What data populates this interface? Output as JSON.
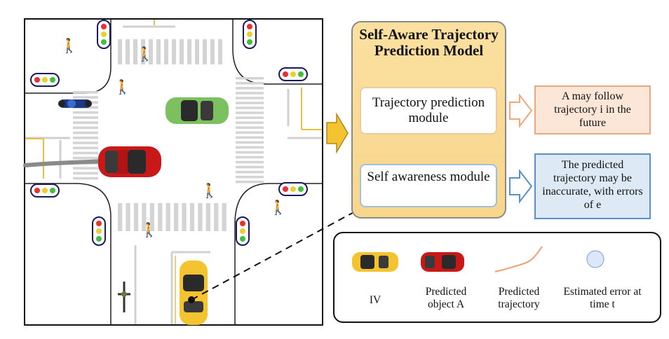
{
  "model": {
    "title": "Self-Aware Trajectory Prediction Model",
    "trajectory_module": "Trajectory prediction module",
    "self_awareness_module": "Self awareness module"
  },
  "outputs": {
    "trajectory_result": "A may follow trajectory i in the future",
    "awareness_result": "The predicted trajectory may be inaccurate, with errors of e"
  },
  "legend": {
    "iv": "IV",
    "predicted_object": "Predicted object A",
    "predicted_trajectory": "Predicted trajectory",
    "estimated_error": "Estimated error at time t"
  },
  "colors": {
    "iv_car": "#f4c430",
    "predicted_car": "#c81818",
    "green_car": "#7cc060",
    "trajectory": "#f0a070",
    "model_fill": "#f8d68c",
    "pedestrian": "#e83030"
  },
  "icons": [
    "traffic-light-icon",
    "pedestrian-icon",
    "motorcycle-icon",
    "bicycle-icon",
    "car-icon",
    "arrow-right-icon"
  ]
}
